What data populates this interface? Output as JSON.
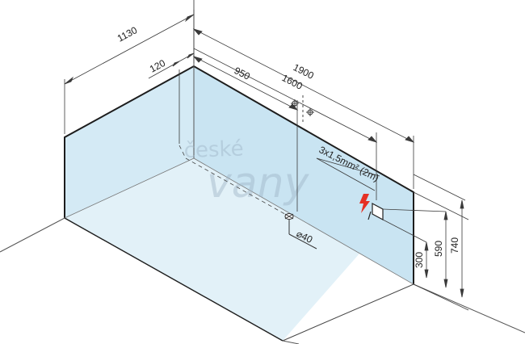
{
  "dimensions": {
    "width_1130": "1130",
    "offset_120": "120",
    "length_1900": "1900",
    "length_950": "950",
    "length_1600": "1600",
    "height_300": "300",
    "height_590": "590",
    "height_740": "740"
  },
  "annotations": {
    "cable_spec": "3x1,5mm² (2m)",
    "drain_diameter": "⌀40"
  },
  "watermark": {
    "line1": "české",
    "line2": "vany"
  },
  "colors": {
    "wall_fill": "#cde6f3",
    "floor_fill": "#e2f1f8",
    "outline": "#1d1d1d",
    "dim_line": "#3a3a3a",
    "electric_symbol": "#e53024"
  },
  "icons": {
    "electric": "lightning-bolt-icon",
    "socket": "electrical-socket-icon",
    "drain": "floor-drain-icon",
    "water_outlet": "water-outlet-icon"
  }
}
